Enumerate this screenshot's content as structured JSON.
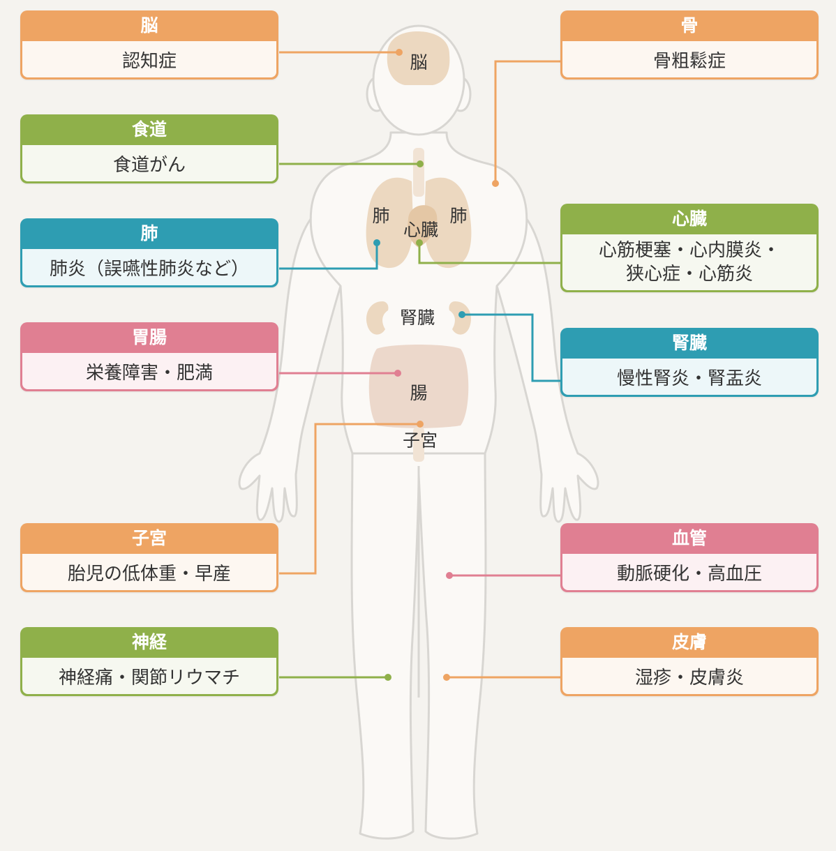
{
  "boxes": {
    "brain": {
      "title": "脳",
      "text": "認知症",
      "color": "#eea463"
    },
    "esophagus": {
      "title": "食道",
      "text": "食道がん",
      "color": "#8fb04a"
    },
    "lung": {
      "title": "肺",
      "text": "肺炎（誤嚥性肺炎など）",
      "color": "#2e9db2"
    },
    "gut": {
      "title": "胃腸",
      "text": "栄養障害・肥満",
      "color": "#e07f92"
    },
    "uterus": {
      "title": "子宮",
      "text": "胎児の低体重・早産",
      "color": "#eea463"
    },
    "nerve": {
      "title": "神経",
      "text": "神経痛・関節リウマチ",
      "color": "#8fb04a"
    },
    "bone": {
      "title": "骨",
      "text": "骨粗鬆症",
      "color": "#eea463"
    },
    "heart": {
      "title": "心臓",
      "text_line1": "心筋梗塞・心内膜炎・",
      "text_line2": "狭心症・心筋炎",
      "color": "#8fb04a"
    },
    "kidney": {
      "title": "腎臓",
      "text": "慢性腎炎・腎盂炎",
      "color": "#2e9db2"
    },
    "vessel": {
      "title": "血管",
      "text": "動脈硬化・高血圧",
      "color": "#e07f92"
    },
    "skin": {
      "title": "皮膚",
      "text": "湿疹・皮膚炎",
      "color": "#eea463"
    }
  },
  "organ_labels": {
    "brain": "脳",
    "lung_left": "肺",
    "lung_right": "肺",
    "heart": "心臓",
    "kidney": "腎臓",
    "intestine": "腸",
    "uterus": "子宮"
  }
}
